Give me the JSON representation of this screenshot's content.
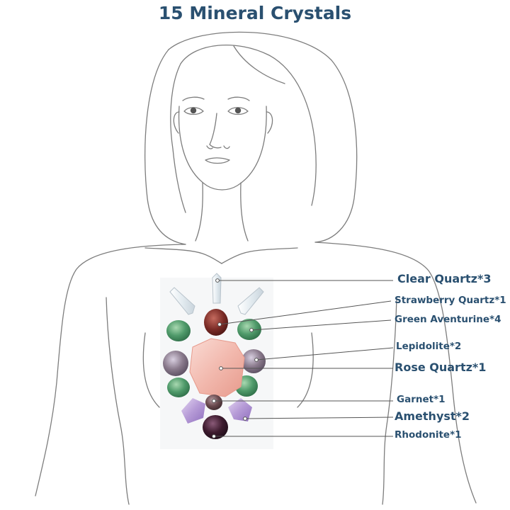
{
  "title": "15 Mineral Crystals",
  "labels": [
    {
      "name": "Clear Quartz",
      "count": "*3",
      "text": "Clear Quartz*3",
      "color": "#eef2f5"
    },
    {
      "name": "Strawberry Quartz",
      "count": "*1",
      "text": "Strawberry Quartz*1",
      "color": "#7a2b26"
    },
    {
      "name": "Green Aventurine",
      "count": "*4",
      "text": "Green Aventurine*4",
      "color": "#4f9a6a"
    },
    {
      "name": "Lepidolite",
      "count": "*2",
      "text": "Lepidolite*2",
      "color": "#8a7a8c"
    },
    {
      "name": "Rose Quartz",
      "count": "*1",
      "text": "Rose Quartz*1",
      "color": "#f2b9ae"
    },
    {
      "name": "Garnet",
      "count": "*1",
      "text": "Garnet*1",
      "color": "#6a4a4e"
    },
    {
      "name": "Amethyst",
      "count": "*2",
      "text": "Amethyst*2",
      "color": "#b59ad6"
    },
    {
      "name": "Rhodonite",
      "count": "*1",
      "text": "Rhodonite*1",
      "color": "#3d1b2e"
    }
  ],
  "colors": {
    "title": "#2a5070",
    "outline": "#7d7d7d",
    "leader": "#555555"
  }
}
